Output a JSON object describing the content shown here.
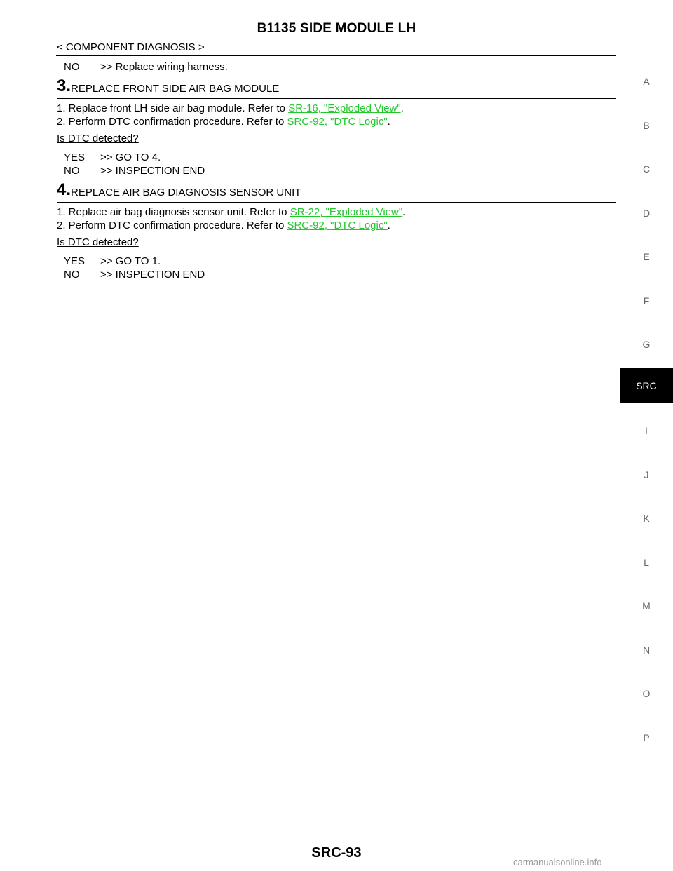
{
  "header": {
    "title": "B1135 SIDE MODULE LH",
    "breadcrumb": "< COMPONENT DIAGNOSIS >"
  },
  "intro_answer": {
    "key": "NO",
    "text": ">> Replace wiring harness."
  },
  "steps": [
    {
      "number": "3.",
      "title": "REPLACE FRONT SIDE AIR BAG MODULE",
      "instructions": [
        {
          "prefix": "1. Replace front LH side air bag module. Refer to ",
          "link": "SR-16, \"Exploded View\"",
          "suffix": "."
        },
        {
          "prefix": "2. Perform DTC confirmation procedure. Refer to ",
          "link": "SRC-92, \"DTC Logic\"",
          "suffix": "."
        }
      ],
      "question": "Is DTC detected?",
      "answers": [
        {
          "key": "YES",
          "text": ">> GO TO 4."
        },
        {
          "key": "NO",
          "text": ">> INSPECTION END"
        }
      ]
    },
    {
      "number": "4.",
      "title": "REPLACE AIR BAG DIAGNOSIS SENSOR UNIT",
      "instructions": [
        {
          "prefix": "1. Replace air bag diagnosis sensor unit. Refer to ",
          "link": "SR-22, \"Exploded View\"",
          "suffix": "."
        },
        {
          "prefix": "2. Perform DTC confirmation procedure. Refer to ",
          "link": "SRC-92, \"DTC Logic\"",
          "suffix": "."
        }
      ],
      "question": "Is DTC detected?",
      "answers": [
        {
          "key": "YES",
          "text": ">> GO TO 1."
        },
        {
          "key": "NO",
          "text": ">> INSPECTION END"
        }
      ]
    }
  ],
  "side_index": {
    "letters_top": [
      "A",
      "B",
      "C",
      "D",
      "E",
      "F",
      "G"
    ],
    "active": "SRC",
    "letters_bottom": [
      "I",
      "J",
      "K",
      "L",
      "M",
      "N",
      "O",
      "P"
    ]
  },
  "footer": {
    "page_number": "SRC-93",
    "watermark": "carmanualsonline.info"
  },
  "colors": {
    "link": "#22c82c",
    "active_tab_bg": "#000000",
    "side_letter": "#666666"
  }
}
